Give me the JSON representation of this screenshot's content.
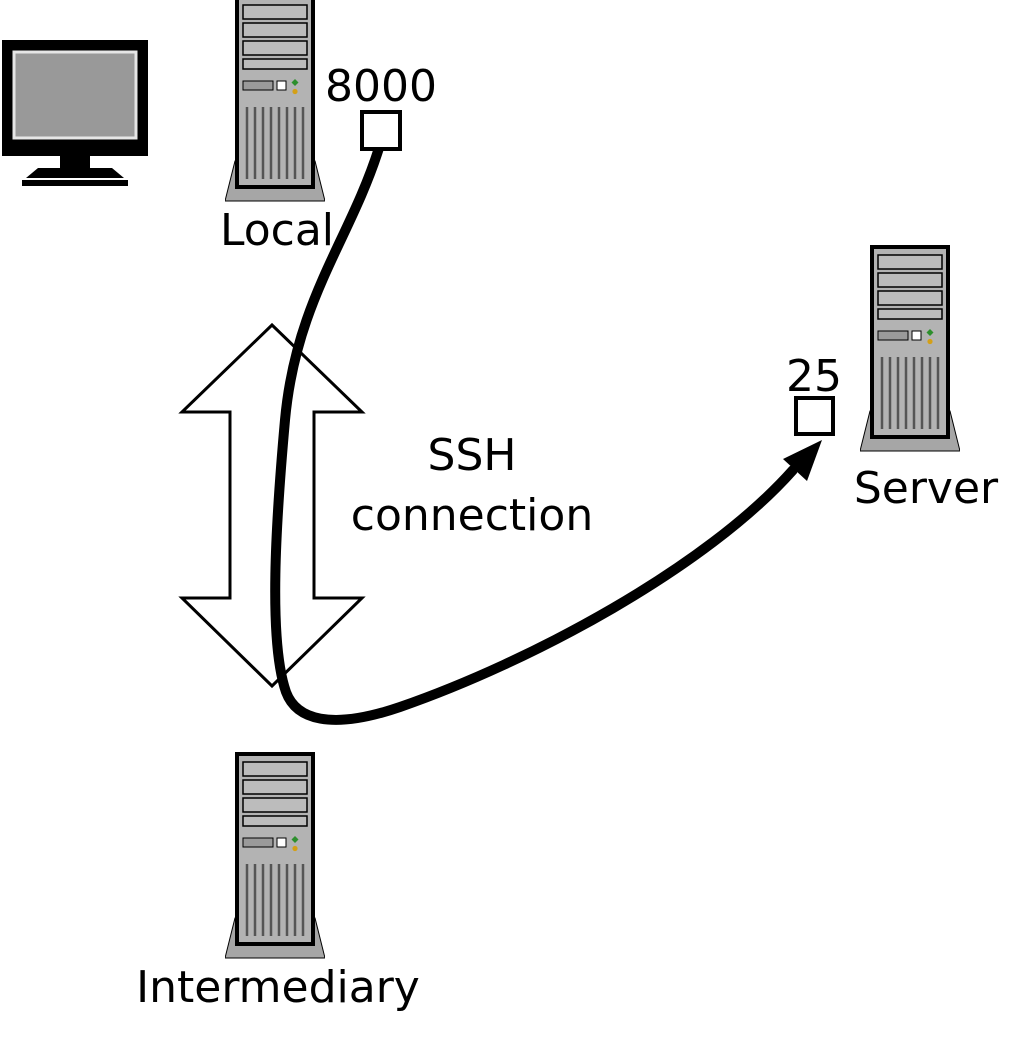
{
  "nodes": {
    "local": {
      "label": "Local",
      "port": "8000"
    },
    "intermediary": {
      "label": "Intermediary"
    },
    "server": {
      "label": "Server",
      "port": "25"
    }
  },
  "connection": {
    "lines": [
      "SSH",
      "connection"
    ]
  },
  "icons": {
    "monitor": "monitor-icon",
    "local_tower": "computer-tower-icon",
    "intermediary_tower": "computer-tower-icon",
    "server_tower": "computer-tower-icon",
    "tunnel_arrow": "double-headed-arrow-icon",
    "cable_arrowhead": "arrowhead-icon",
    "local_port_box": "port-box",
    "server_port_box": "port-box"
  },
  "colors": {
    "background": "#ffffff",
    "outline": "#000000",
    "tower_body": "#b3b3b3",
    "tower_bay": "#bcbcbc",
    "tower_base": "#a6a6a6",
    "monitor_screen": "#999999",
    "led_green": "#2d8f2d",
    "led_yellow": "#d4a017",
    "cable": "#000000",
    "arrow_fill": "#ffffff"
  }
}
